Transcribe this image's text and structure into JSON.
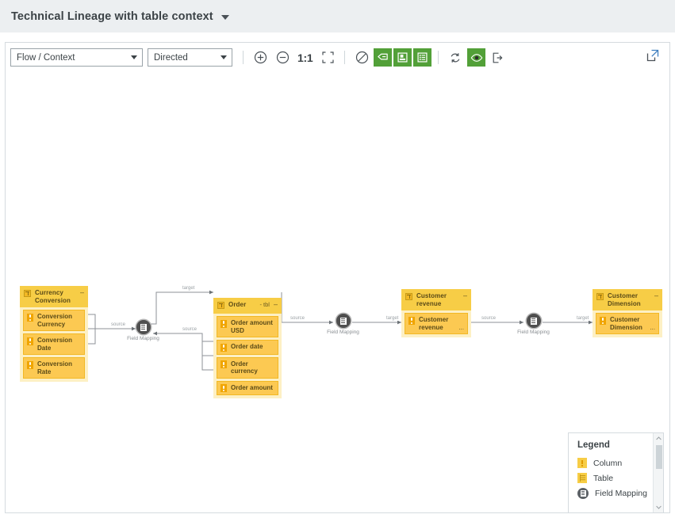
{
  "header": {
    "title": "Technical Lineage with table context",
    "caret_icon": "chevron-down-icon"
  },
  "toolbar": {
    "flow_select": {
      "value": "Flow / Context",
      "caret_icon": "chevron-down-icon"
    },
    "direction_select": {
      "value": "Directed",
      "caret_icon": "chevron-down-icon"
    },
    "zoom_in_icon": "zoom-in-icon",
    "zoom_out_icon": "zoom-out-icon",
    "zoom_level": "1:1",
    "fit_screen_icon": "fit-to-screen-icon",
    "no_overlay_icon": "no-overlay-icon",
    "show_labels_icon": "show-labels-icon",
    "show_columns_icon": "show-columns-icon",
    "show_table_icon": "show-table-icon",
    "refresh_icon": "refresh-icon",
    "visibility_icon": "eye-icon",
    "export_icon": "export-icon",
    "expand_icon": "open-in-new-window-icon"
  },
  "graph": {
    "tables": [
      {
        "id": "currency-conversion",
        "name": "Currency Conversion",
        "meta": "",
        "collapse_label": "–",
        "columns": [
          {
            "name": "Conversion Currency",
            "dots": ""
          },
          {
            "name": "Conversion Date",
            "dots": ""
          },
          {
            "name": "Conversion Rate",
            "dots": ""
          }
        ]
      },
      {
        "id": "order",
        "name": "Order",
        "meta": "- tbl",
        "collapse_label": "–",
        "columns": [
          {
            "name": "Order amount USD",
            "dots": ""
          },
          {
            "name": "Order date",
            "dots": ""
          },
          {
            "name": "Order currency",
            "dots": ""
          },
          {
            "name": "Order amount",
            "dots": ""
          }
        ]
      },
      {
        "id": "customer-revenue",
        "name": "Customer revenue",
        "meta": "",
        "collapse_label": "–",
        "columns": [
          {
            "name": "Customer revenue",
            "dots": "..."
          }
        ]
      },
      {
        "id": "customer-dimension",
        "name": "Customer Dimension",
        "meta": "",
        "collapse_label": "–",
        "columns": [
          {
            "name": "Customer Dimension",
            "dots": "..."
          }
        ]
      }
    ],
    "field_mappings": [
      {
        "id": "fm-1",
        "label": "Field Mapping"
      },
      {
        "id": "fm-2",
        "label": "Field Mapping"
      },
      {
        "id": "fm-3",
        "label": "Field Mapping"
      }
    ],
    "edge_labels": [
      {
        "id": "e1",
        "text": "source"
      },
      {
        "id": "e2",
        "text": "target"
      },
      {
        "id": "e3",
        "text": "source"
      },
      {
        "id": "e4",
        "text": "source"
      },
      {
        "id": "e5",
        "text": "target"
      },
      {
        "id": "e6",
        "text": "source"
      },
      {
        "id": "e7",
        "text": "target"
      }
    ]
  },
  "legend": {
    "title": "Legend",
    "items": [
      {
        "icon": "column-icon",
        "label": "Column"
      },
      {
        "icon": "table-icon",
        "label": "Table"
      },
      {
        "icon": "field-mapping-icon",
        "label": "Field Mapping"
      }
    ],
    "scroll_up_icon": "chevron-up-icon",
    "scroll_down_icon": "chevron-down-icon"
  },
  "colors": {
    "accent_green": "#52a038",
    "table_header": "#f7cd46",
    "table_body": "#fdf0c4",
    "column": "#fcc952",
    "node_dark": "#4f4f4f",
    "title_bar": "#eceff1"
  }
}
